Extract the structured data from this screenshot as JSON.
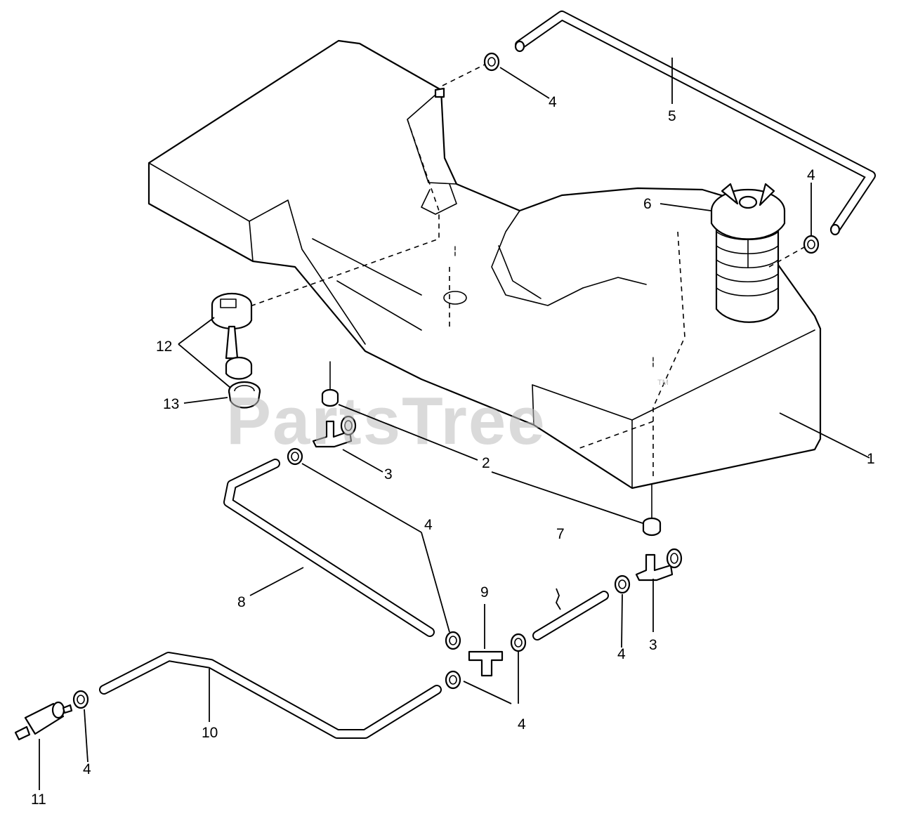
{
  "watermark": {
    "brand": "PartsTree",
    "trademark": "TM"
  },
  "callouts": {
    "c1": "1",
    "c2": "2",
    "c3a": "3",
    "c3b": "3",
    "c4a": "4",
    "c4b": "4",
    "c4c": "4",
    "c4d": "4",
    "c4e": "4",
    "c4f": "4",
    "c5": "5",
    "c6": "6",
    "c7": "7",
    "c8": "8",
    "c9": "9",
    "c10": "10",
    "c11": "11",
    "c12": "12",
    "c13": "13"
  },
  "colors": {
    "line": "#000000",
    "background": "#ffffff",
    "watermark": "#bdbdbd"
  }
}
